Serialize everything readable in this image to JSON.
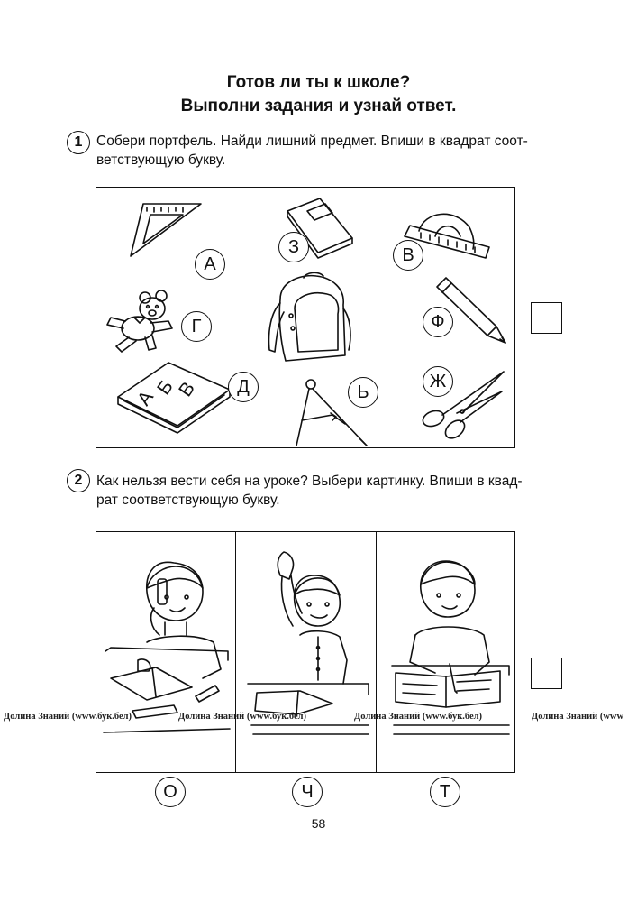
{
  "header": {
    "title_line1": "Готов ли ты к школе?",
    "title_line2": "Выполни задания и узнай ответ."
  },
  "task1": {
    "number": "1",
    "text_line1": "Собери портфель. Найди лишний предмет. Впиши в квадрат соот-",
    "text_line2": "ветствующую букву.",
    "items": [
      {
        "letter": "А",
        "icon": "triangle-ruler-icon"
      },
      {
        "letter": "З",
        "icon": "notebook-icon"
      },
      {
        "letter": "В",
        "icon": "protractor-icon"
      },
      {
        "letter": "Г",
        "icon": "teddy-bear-icon"
      },
      {
        "letter": "Ф",
        "icon": "pencil-icon"
      },
      {
        "letter": "Д",
        "icon": "abc-book-icon"
      },
      {
        "letter": "Ь",
        "icon": "compass-icon"
      },
      {
        "letter": "Ж",
        "icon": "scissors-icon"
      }
    ],
    "book_letters": [
      "А",
      "Б",
      "В"
    ],
    "answer_value": ""
  },
  "task2": {
    "number": "2",
    "text_line1": "Как нельзя вести себя на уроке? Выбери картинку. Впиши в квад-",
    "text_line2": "рат соответствующую букву.",
    "pictures": [
      {
        "letter": "О",
        "icon": "boy-talking-on-phone-icon"
      },
      {
        "letter": "Ч",
        "icon": "boy-raising-hand-icon"
      },
      {
        "letter": "Т",
        "icon": "boy-writing-icon"
      }
    ],
    "answer_value": ""
  },
  "watermark": {
    "text": "Долина Знаний (www.бук.бел)",
    "text_cut": "Долина Знаний (www"
  },
  "footer": {
    "page_number": "58"
  }
}
